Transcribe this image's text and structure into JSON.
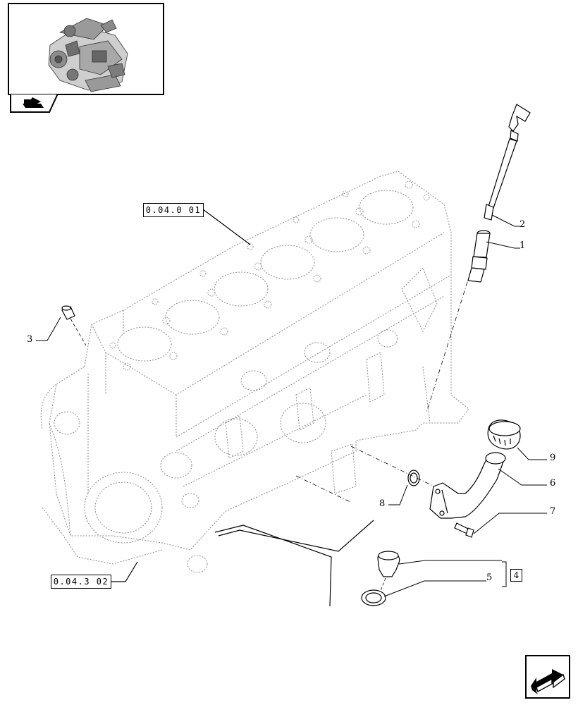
{
  "thumbnail": {
    "icon": "engine-thumbnail-icon",
    "tab_icon": "folder-arrow-icon"
  },
  "references": {
    "ref_top": "0.04.0 01",
    "ref_bottom": "0.04.3 02"
  },
  "callouts": {
    "c1": "1",
    "c2": "2",
    "c3": "3",
    "c4": "4",
    "c5": "5",
    "c6": "6",
    "c7": "7",
    "c8": "8",
    "c9": "9"
  },
  "navigation": {
    "next_icon": "next-page-arrow-icon"
  },
  "colors": {
    "line": "#000000",
    "background": "#ffffff",
    "ghost_lines": "#8a8a8a"
  }
}
